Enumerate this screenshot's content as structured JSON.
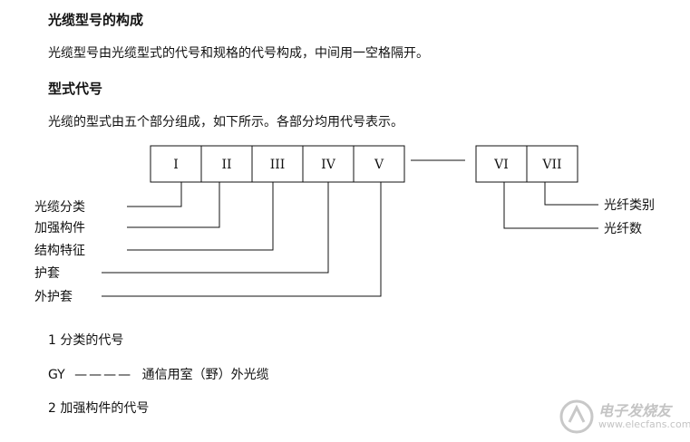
{
  "heading1": "光缆型号的构成",
  "para1": "光缆型号由光缆型式的代号和规格的代号构成，中间用一空格隔开。",
  "heading2": "型式代号",
  "para2": "光缆的型式由五个部分组成，如下所示。各部分均用代号表示。",
  "diagram": {
    "left_boxes": [
      "I",
      "II",
      "III",
      "IV",
      "V"
    ],
    "right_boxes": [
      "VI",
      "VII"
    ],
    "left_labels": [
      "光缆分类",
      "加强构件",
      "结构特征",
      "护套",
      "外护套"
    ],
    "right_labels": [
      "光纤类别",
      "光纤数"
    ]
  },
  "section1": "1 分类的代号",
  "gy_code": "GY",
  "gy_dashes": "————",
  "gy_desc": "通信用室（野）外光缆",
  "section2": "2 加强构件的代号",
  "watermark": {
    "line1": "电子发烧友",
    "line2": "www.elecfans.com",
    "logo_icon": "elecfans-logo-icon"
  }
}
